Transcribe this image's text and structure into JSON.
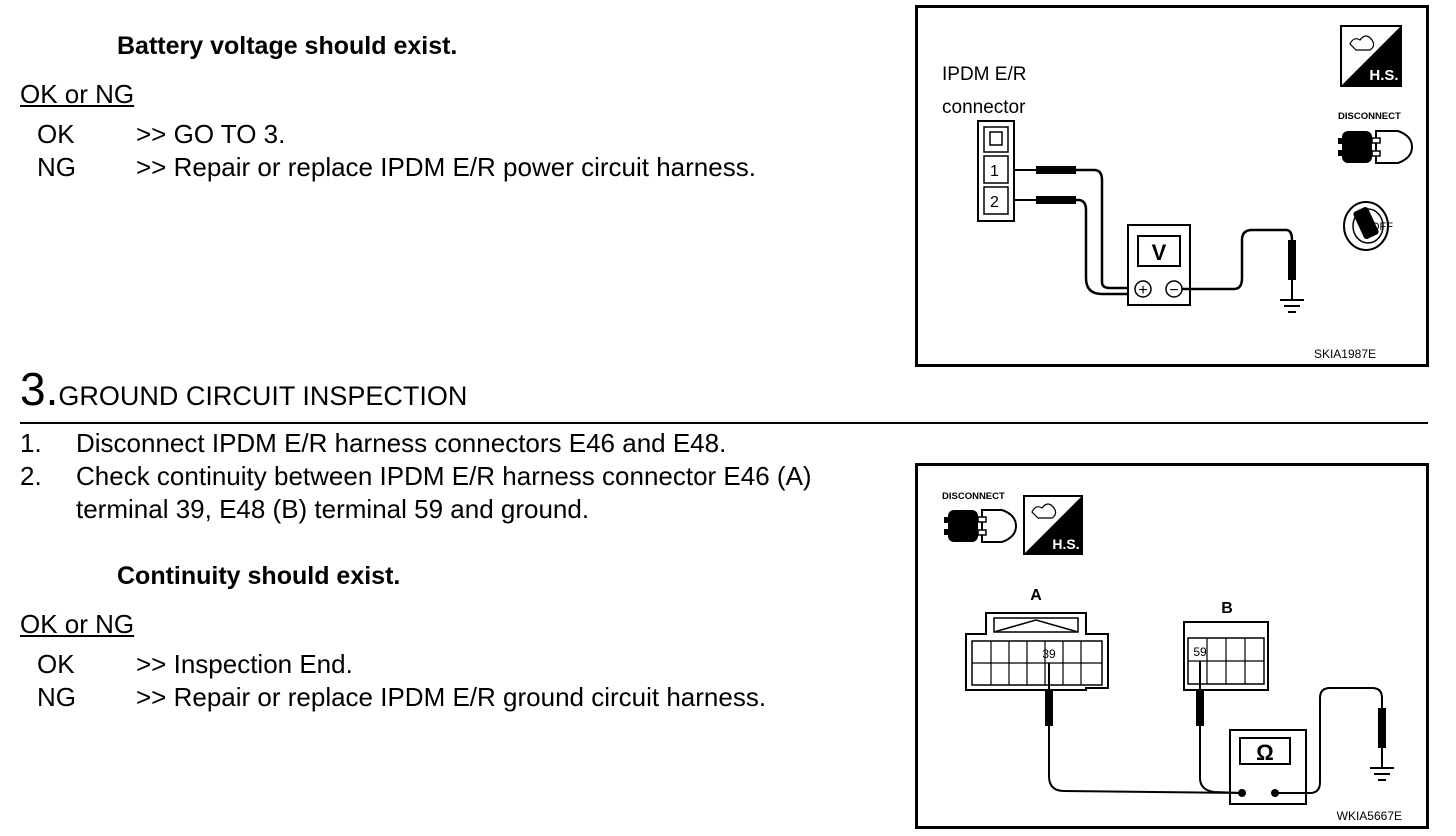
{
  "step2": {
    "spec": "Battery voltage should exist.",
    "ok_ng": "OK or NG",
    "ok_label": "OK",
    "ok_text": ">> GO TO 3.",
    "ng_label": "NG",
    "ng_text": ">> Repair or replace IPDM E/R power circuit harness."
  },
  "step3": {
    "number": "3.",
    "title": "GROUND CIRCUIT INSPECTION",
    "items": [
      {
        "num": "1.",
        "lines": [
          "Disconnect IPDM E/R harness connectors E46 and E48."
        ]
      },
      {
        "num": "2.",
        "lines": [
          "Check continuity between IPDM E/R harness connector E46 (A)",
          "terminal 39, E48 (B) terminal 59 and ground."
        ]
      }
    ],
    "spec": "Continuity should exist.",
    "ok_ng": "OK or NG",
    "ok_label": "OK",
    "ok_text": ">> Inspection End.",
    "ng_label": "NG",
    "ng_text": ">> Repair or replace IPDM E/R ground circuit harness."
  },
  "figure1": {
    "connector_label_1": "IPDM E/R",
    "connector_label_2": "connector",
    "terminals": [
      "1",
      "2"
    ],
    "meter": "V",
    "plus": "+",
    "minus": "−",
    "icon_hs": "H.S.",
    "icon_disconnect": "DISCONNECT",
    "icon_off": "OFF",
    "code": "SKIA1987E"
  },
  "figure2": {
    "icon_disconnect": "DISCONNECT",
    "icon_hs": "H.S.",
    "connector_a": "A",
    "connector_b": "B",
    "terminal_a": "39",
    "terminal_b": "59",
    "meter": "Ω",
    "code": "WKIA5667E"
  }
}
